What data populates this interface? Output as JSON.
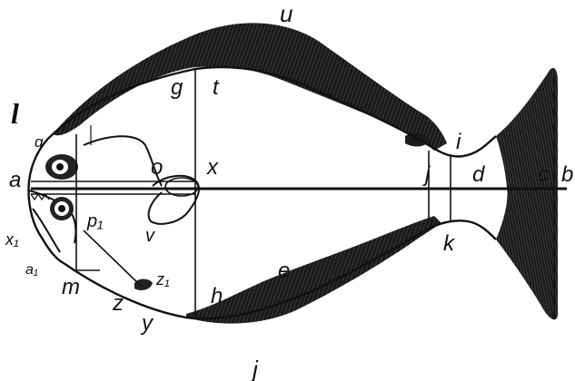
{
  "labels": {
    "u": "u",
    "g": "g",
    "t": "t",
    "l": "l",
    "q": "q",
    "o": "o",
    "x": "x",
    "a": "a",
    "p1": "p₁",
    "v": "v",
    "x1": "x₁",
    "a1": "a₁",
    "m": "m",
    "z": "z",
    "z1": "z₁",
    "y": "y",
    "h": "h",
    "e": "e",
    "j_bottom": "j",
    "j_mid": "j",
    "k": "k",
    "i": "i",
    "d": "d",
    "c": "c",
    "b": "b"
  },
  "colors": {
    "ink": "#111111",
    "fin": "#1a1a1a",
    "paper": "#ffffff"
  }
}
